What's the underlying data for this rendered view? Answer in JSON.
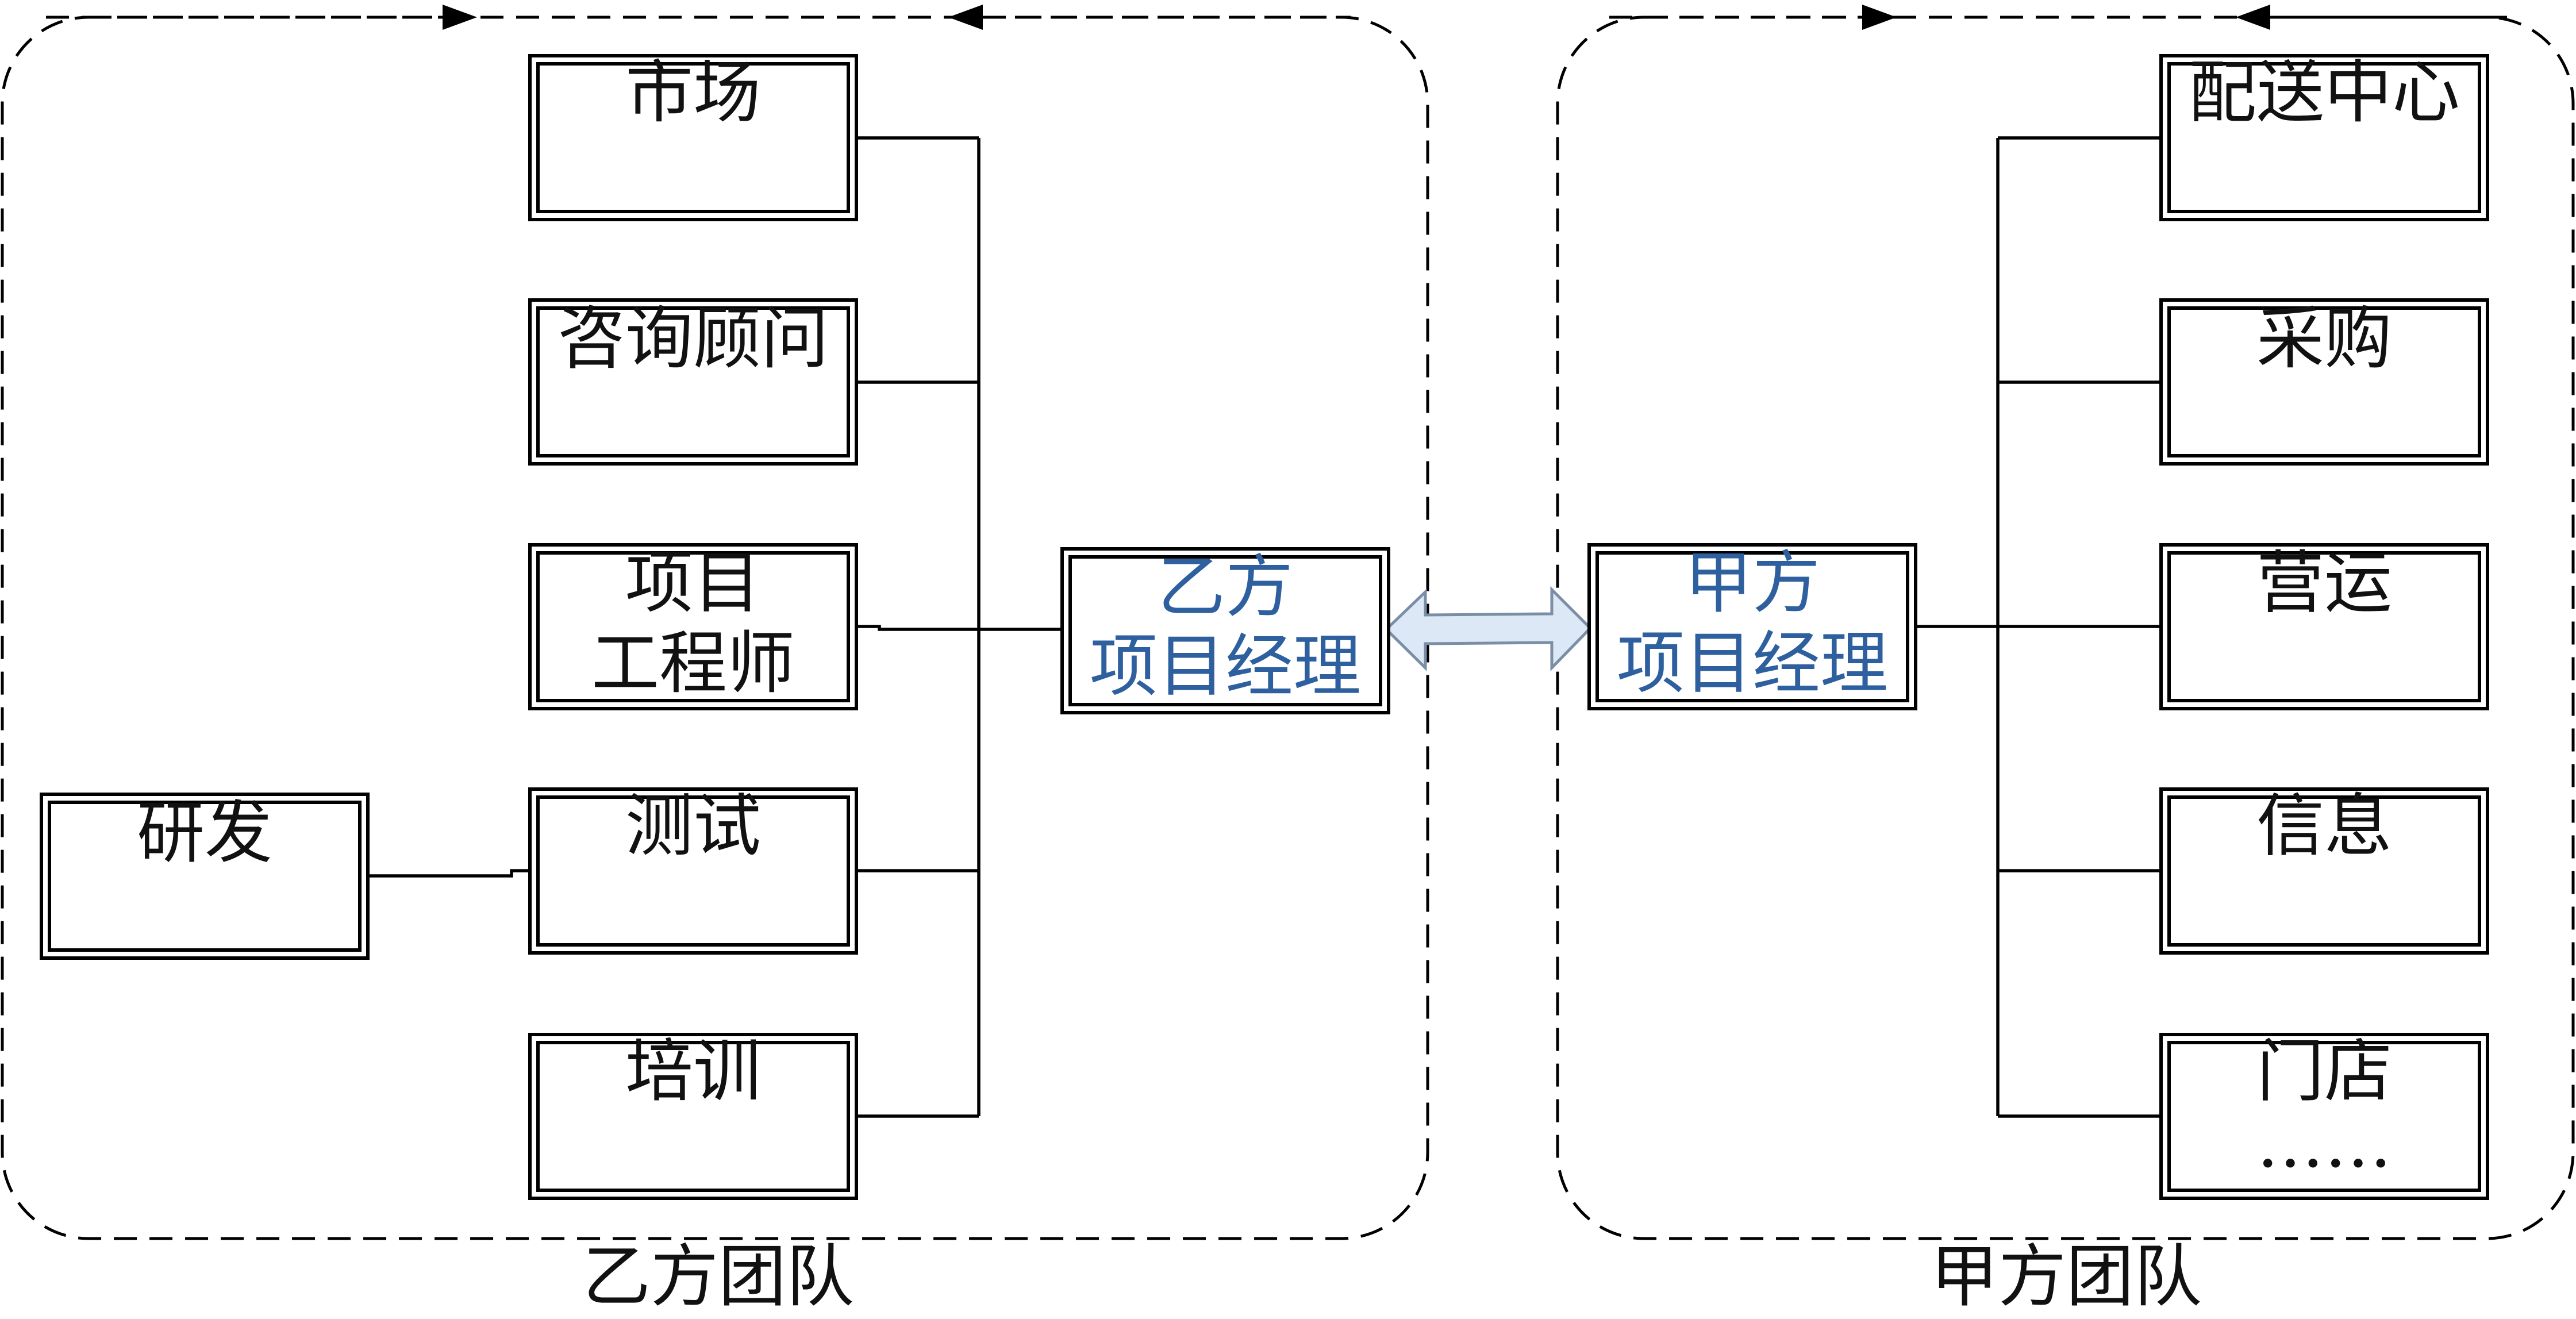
{
  "team_b": {
    "label": "乙方团队",
    "manager": [
      "乙方",
      "项目经理"
    ],
    "boxes": {
      "market": [
        "市场"
      ],
      "consultant": [
        "咨询顾问"
      ],
      "engineer": [
        "项目",
        "工程师"
      ],
      "testing": [
        "测试"
      ],
      "training": [
        "培训"
      ],
      "rnd": [
        "研发"
      ]
    }
  },
  "team_a": {
    "label": "甲方团队",
    "manager": [
      "甲方",
      "项目经理"
    ],
    "boxes": {
      "distribution": [
        "配送中心"
      ],
      "purchasing": [
        "采购"
      ],
      "operations": [
        "营运"
      ],
      "information": [
        "信息"
      ],
      "stores": [
        "门店",
        "……"
      ]
    }
  },
  "colors": {
    "manager_text": "#2e5f9e",
    "exchange_arrow_fill": "#dce8f5",
    "exchange_arrow_stroke": "#7a8ea6",
    "line": "#000000"
  }
}
